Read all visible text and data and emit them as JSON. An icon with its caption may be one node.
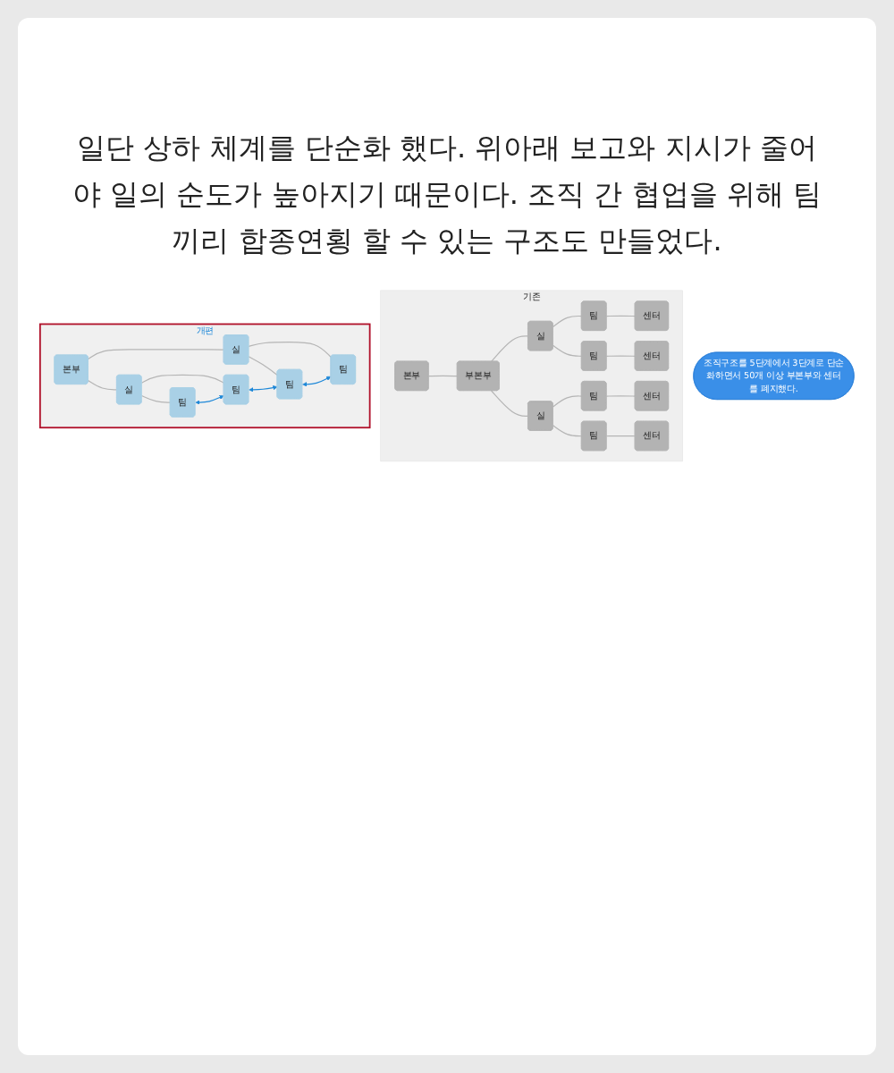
{
  "diagram": {
    "nodes": [
      {
        "text": [
          "기존"
        ]
      },
      {
        "text": [
          "본부"
        ],
        "in": 0
      },
      {
        "text": [
          "부본부"
        ],
        "in": 0
      },
      {
        "text": [
          "실"
        ],
        "in": 0
      },
      {
        "text": [
          "실"
        ],
        "in": 0
      },
      {
        "text": [
          "팀"
        ],
        "in": 0
      },
      {
        "text": [
          "팀"
        ],
        "in": 0
      },
      {
        "text": [
          "팀"
        ],
        "in": 0
      },
      {
        "text": [
          "팀"
        ],
        "in": 0
      },
      {
        "text": [
          "센터"
        ],
        "in": 0
      },
      {
        "text": [
          "센터"
        ],
        "in": 0
      },
      {
        "text": [
          "센터"
        ],
        "in": 0
      },
      {
        "text": [
          "센터"
        ],
        "in": 0
      },
      {
        "text": [
          "개편"
        ]
      },
      {
        "text": [
          "본부"
        ],
        "in": 13
      },
      {
        "text": [
          "실"
        ],
        "in": 13
      },
      {
        "text": [
          "실"
        ],
        "in": 13
      },
      {
        "text": [
          "팀"
        ],
        "in": 13
      },
      {
        "text": [
          "팀"
        ],
        "in": 13
      },
      {
        "text": [
          "팀"
        ],
        "in": 13
      },
      {
        "text": [
          "팀"
        ],
        "in": 13
      },
      {
        "text": [
          "조직구조를 5단계에서 3단계로 단순화하면서 50개 이상 부본부와 센터를 폐지했다."
        ]
      }
    ],
    "edges": [
      {
        "from": 1,
        "to": 2,
        "arrow": "none"
      },
      {
        "from": 2,
        "to": 3,
        "arrow": "none"
      },
      {
        "from": 2,
        "to": 4,
        "arrow": "none"
      },
      {
        "from": 3,
        "to": 5,
        "arrow": "none"
      },
      {
        "from": 3,
        "to": 6,
        "arrow": "none"
      },
      {
        "from": 4,
        "to": 7,
        "arrow": "none"
      },
      {
        "from": 4,
        "to": 8,
        "arrow": "none"
      },
      {
        "from": 5,
        "to": 9,
        "arrow": "none"
      },
      {
        "from": 6,
        "to": 10,
        "arrow": "none"
      },
      {
        "from": 7,
        "to": 11,
        "arrow": "none"
      },
      {
        "from": 8,
        "to": 12,
        "arrow": "none"
      },
      {
        "from": 14,
        "to": 15,
        "arrow": "none"
      },
      {
        "from": 14,
        "to": 16,
        "arrow": "none"
      },
      {
        "from": 15,
        "to": 17,
        "arrow": "none"
      },
      {
        "from": 15,
        "to": 18,
        "arrow": "none"
      },
      {
        "from": 16,
        "to": 19,
        "arrow": "none"
      },
      {
        "from": 16,
        "to": 20,
        "arrow": "none"
      },
      {
        "from": 17,
        "to": 18,
        "arrow": "both",
        "color": "#1e88d8"
      },
      {
        "from": 18,
        "to": 19,
        "arrow": "both",
        "color": "#1e88d8"
      },
      {
        "from": 19,
        "to": 20,
        "arrow": "both",
        "color": "#1e88d8"
      }
    ],
    "labels": [
      "일단 상하 체계를 단순화 했다. 위아래 보고와 지시가 줄어야 일의 순도가 높아지기 때문이다. 조직 간 협업을 위해 팀끼리 합종연횡 할 수 있는 구조도 만들었다."
    ]
  }
}
